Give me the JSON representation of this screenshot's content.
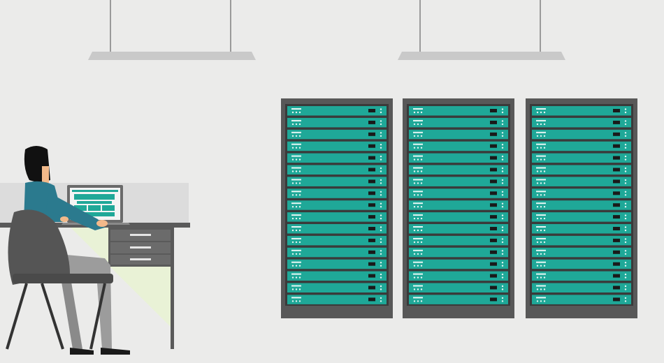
{
  "scene": {
    "colors": {
      "background": "#ebebea",
      "rack_frame": "#585858",
      "rack_inner": "#3a3a3a",
      "server_unit": "#1fa898",
      "server_unit_dark": "#158a7e",
      "lamp": "#c9c9c9",
      "lamp_wire": "#9a9a9a",
      "desk": "#5a5a5a",
      "desk_panel": "#dcdcdc",
      "light_cone": "#e9f2d6",
      "shirt": "#2b7a8e",
      "pants": "#9c9c9c",
      "chair": "#555555",
      "hair": "#111111",
      "skin": "#f2b98a",
      "laptop": "#6a6a6a",
      "laptop_screen": "#f4f4f4"
    },
    "objects": {
      "ceiling_lamps": 2,
      "server_racks": 3,
      "units_per_rack": 17,
      "desk_drawers": 3
    },
    "icons": [
      "ceiling-lamp-icon",
      "server-rack-icon",
      "laptop-icon",
      "person-icon",
      "chair-icon",
      "desk-icon"
    ]
  }
}
